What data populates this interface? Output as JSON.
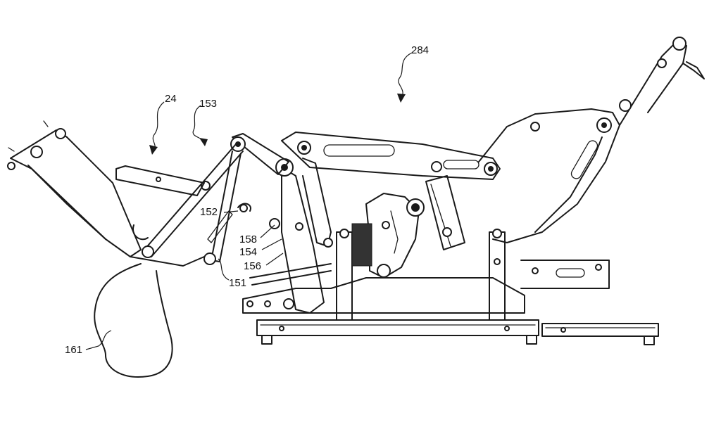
{
  "labels": {
    "ref_24": "24",
    "ref_153": "153",
    "ref_284": "284",
    "ref_152": "152",
    "ref_158": "158",
    "ref_154": "154",
    "ref_156": "156",
    "ref_151": "151",
    "ref_161": "161"
  },
  "colors": {
    "line": "#1a1a1a",
    "background": "#ffffff"
  }
}
